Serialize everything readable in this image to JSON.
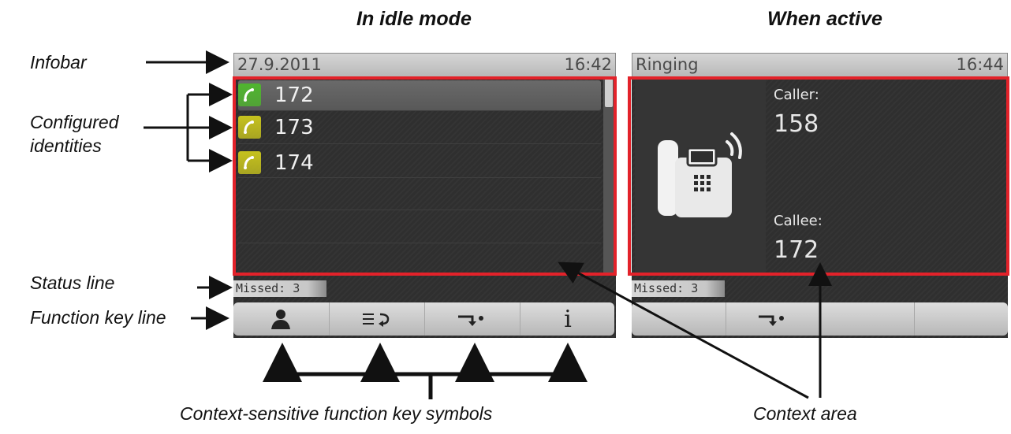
{
  "headings": {
    "idle": "In idle mode",
    "active": "When active"
  },
  "callouts": {
    "infobar": "Infobar",
    "configured_identities": "Configured identities",
    "status_line": "Status line",
    "function_key_line": "Function key line",
    "context_sensitive": "Context-sensitive function key symbols",
    "context_area": "Context area"
  },
  "idle_screen": {
    "infobar": {
      "date": "27.9.2011",
      "time": "16:42"
    },
    "identities": [
      {
        "label": "172",
        "icon": "handset-icon",
        "color": "#4fb52e"
      },
      {
        "label": "173",
        "icon": "handset-icon",
        "color": "#c6c21e"
      },
      {
        "label": "174",
        "icon": "handset-icon",
        "color": "#c6c21e"
      }
    ],
    "status": "Missed: 3",
    "function_keys": [
      "person-icon",
      "list-return-icon",
      "forward-icon",
      "info-icon"
    ],
    "info_glyph": "i"
  },
  "active_screen": {
    "infobar": {
      "state": "Ringing",
      "time": "16:44"
    },
    "caller_label": "Caller:",
    "caller_value": "158",
    "callee_label": "Callee:",
    "callee_value": "172",
    "status": "Missed: 3",
    "function_keys": [
      "",
      "forward-icon",
      "",
      ""
    ]
  },
  "colors": {
    "highlight": "#e3222a",
    "screen_bg": "#2f2f2f"
  }
}
